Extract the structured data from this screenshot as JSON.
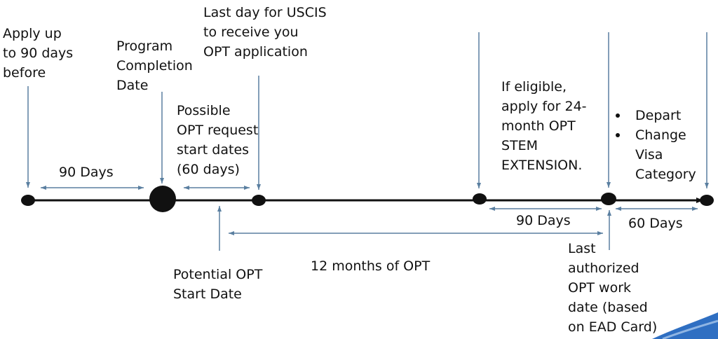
{
  "labels": {
    "apply_before": "Apply up\nto 90 days\nbefore",
    "program_completion": "Program\nCompletion\nDate",
    "last_day_uscis": "Last day for USCIS\nto receive you\nOPT application",
    "possible_opt_start": "Possible\nOPT request\nstart dates\n(60 days)",
    "stem_extension": "If eligible,\napply for 24-\nmonth OPT\nSTEM\nEXTENSION.",
    "potential_opt_start": "Potential OPT\nStart Date",
    "twelve_months": "12 months of OPT",
    "last_authorized": "Last\nauthorized\nOPT work\ndate (based\non EAD Card)",
    "days_90_left": "90 Days",
    "days_90_right": "90 Days",
    "days_60": "60 Days"
  },
  "options": [
    "Depart",
    "Change\nVisa\nCategory"
  ],
  "colors": {
    "timeline": "#111111",
    "connector": "#5a7fa0",
    "corner_accent": "#2f6fc2"
  }
}
